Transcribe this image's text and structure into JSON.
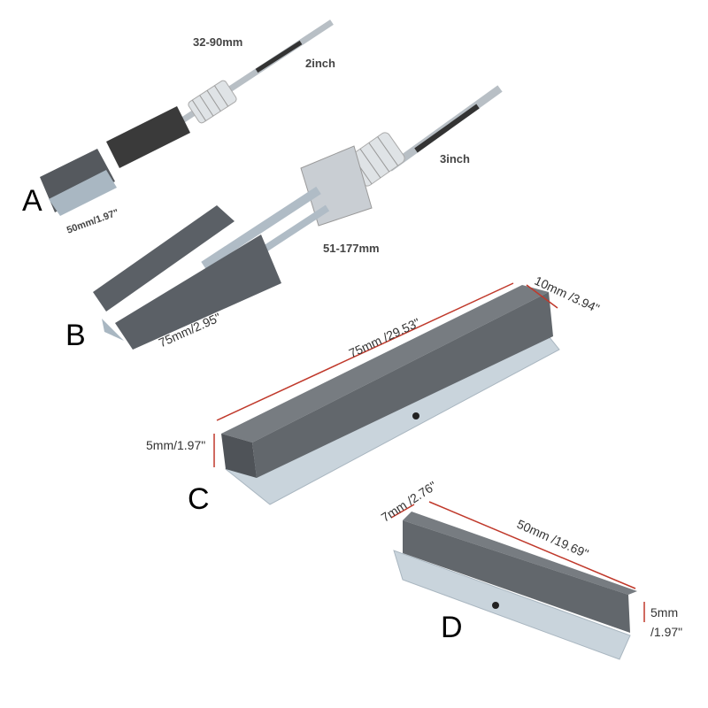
{
  "tool_a": {
    "letter": "A",
    "range": "32-90mm",
    "size": "2inch",
    "stone_length": "50mm/1.97\""
  },
  "tool_b": {
    "letter": "B",
    "size": "3inch",
    "range": "51-177mm",
    "stone_length": "75mm/2.95\""
  },
  "stone_c": {
    "letter": "C",
    "length": "75mm /29.53\"",
    "width": "10mm /3.94\"",
    "height": "5mm/1.97\""
  },
  "stone_d": {
    "letter": "D",
    "width": "7mm /2.76\"",
    "length": "50mm /19.69\"",
    "height_mm": "5mm",
    "height_in": "/1.97\""
  },
  "colors": {
    "stone": "#5f6469",
    "metal": "#c9d4dc",
    "dimension_line": "#c0392b"
  }
}
